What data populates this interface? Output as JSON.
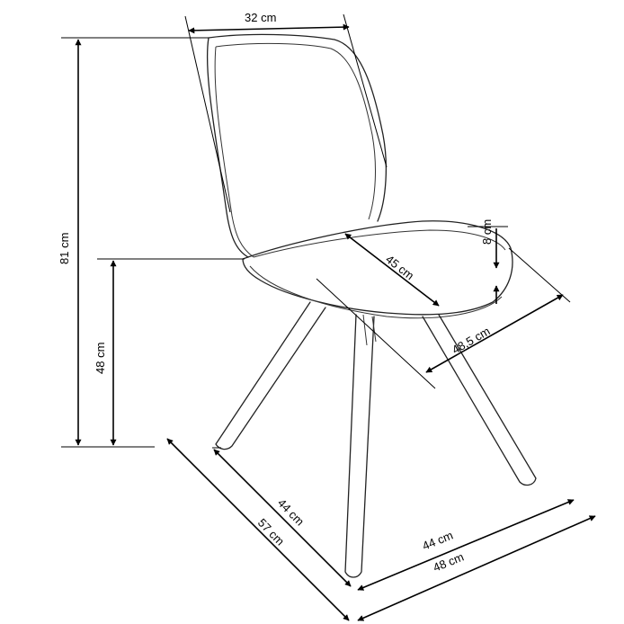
{
  "colors": {
    "line": "#222222",
    "arrow": "#000000",
    "background": "#ffffff"
  },
  "dimensions": {
    "backrest_width": "32 cm",
    "total_height": "81 cm",
    "seat_height": "48 cm",
    "seat_depth": "45 cm",
    "seat_thickness": "8 cm",
    "seat_width": "48,5 cm",
    "side_depth_inner": "44 cm",
    "side_depth_outer": "57 cm",
    "front_width_inner": "44 cm",
    "front_width_outer": "48 cm"
  }
}
